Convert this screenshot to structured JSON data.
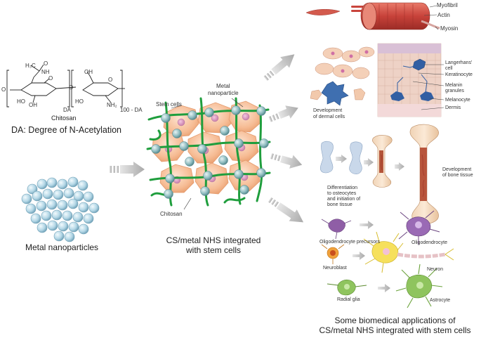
{
  "chitosan": {
    "formula_acetyl": "H₃C",
    "formula_nh": "NH",
    "formula_o": "O",
    "formula_oh": "OH",
    "formula_ho": "HO",
    "formula_nh2": "NH₂",
    "sub_da": "DA",
    "sub_100da": "100 - DA",
    "name": "Chitosan",
    "definition": "DA: Degree of N-Acetylation"
  },
  "nanoparticles": {
    "caption": "Metal nanoparticles"
  },
  "composite": {
    "label_stem_cells": "Stem cells",
    "label_metal_np_line1": "Metal",
    "label_metal_np_line2": "nanoparticle",
    "label_chitosan": "Chitosan",
    "caption_line1": "CS/metal NHS integrated",
    "caption_line2": "with stem cells"
  },
  "muscle": {
    "myofibril": "Myofibril",
    "actin": "Actin",
    "myosin": "Myosin"
  },
  "skin": {
    "dev_line1": "Development",
    "dev_line2": "of dermal cells",
    "langerhans_line1": "Langerhans'",
    "langerhans_line2": "cell",
    "keratinocyte": "Keratinocyte",
    "melanin_line1": "Melanin",
    "melanin_line2": "granules",
    "melanocyte": "Melanocyte",
    "dermis": "Dermis"
  },
  "bone": {
    "diff_line1": "Differentiation",
    "diff_line2": "to osteocytes",
    "diff_line3": "and initiation of",
    "diff_line4": "bone tissue",
    "dev_line1": "Development",
    "dev_line2": "of bone tissue"
  },
  "neural": {
    "oligo_precursors": "Oligodendrocyte precursors",
    "oligodendrocyte": "Oligodendrocyte",
    "neuroblast": "Neuroblast",
    "neuron": "Neuron",
    "radial_glia": "Radial glia",
    "astrocyte": "Astrocyte"
  },
  "applications": {
    "caption_line1": "Some biomedical applications of",
    "caption_line2": "CS/metal NHS integrated with stem cells"
  },
  "colors": {
    "green_fiber": "#1f9e3d",
    "np_blue": "#a9cfe0",
    "np_stroke": "#6f9fb5",
    "cell_orange": "#f5b489",
    "muscle_red": "#c8493f",
    "arrow_grey": "#b5b5b5"
  }
}
